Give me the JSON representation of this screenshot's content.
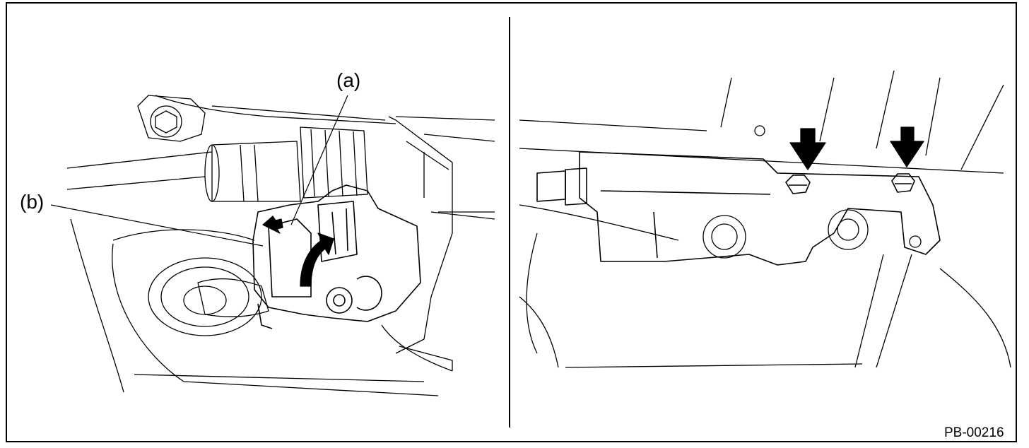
{
  "figure": {
    "callouts": {
      "a": "(a)",
      "b": "(b)"
    },
    "figure_code": "PB-00216",
    "left_panel_icons": [
      "hex-bolt",
      "connector",
      "curved-arrow",
      "press-arrow"
    ],
    "right_panel_icons": [
      "down-arrow",
      "down-arrow",
      "bolt",
      "bolt"
    ]
  }
}
